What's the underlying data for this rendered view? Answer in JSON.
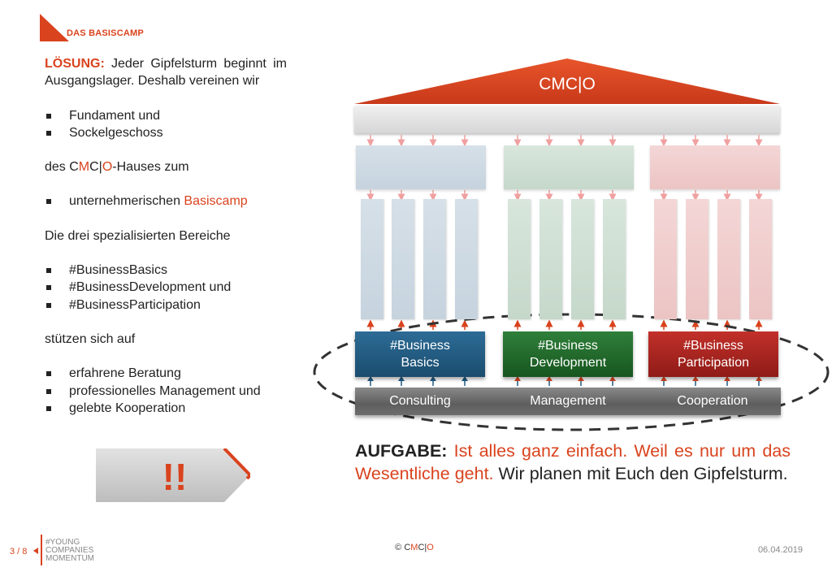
{
  "header": {
    "title": "DAS BASISCAMP"
  },
  "left": {
    "intro_label": "LÖSUNG:",
    "intro_text": " Jeder Gipfelsturm beginnt im Ausgangslager. Deshalb vereinen wir",
    "list1": [
      "Fundament und",
      "Sockelgeschoss"
    ],
    "line_des_1": "des C",
    "line_des_m": "M",
    "line_des_2": "C|",
    "line_des_o": "O",
    "line_des_3": "-Hauses zum",
    "list2_prefix": "unternehmerischen ",
    "list2_highlight": "Basiscamp",
    "line_three": "Die drei spezialisierten Bereiche",
    "list3": [
      "#BusinessBasics",
      "#BusinessDevelopment und",
      "#BusinessParticipation"
    ],
    "line_supports": "stützen sich auf",
    "list4": [
      "erfahrene Beratung",
      "professionelles Management und",
      "gelebte Kooperation"
    ]
  },
  "banner": {
    "text": "!!"
  },
  "house": {
    "roof_label": "CMC|O",
    "blocks": [
      "#Business Basics",
      "#Business Development",
      "#Business Participation"
    ],
    "base": [
      "Consulting",
      "Management",
      "Cooperation"
    ]
  },
  "task": {
    "label": "AUFGABE:",
    "red_text": " Ist alles ganz einfach. Weil es nur um das Wesentliche geht.",
    "black_text": " Wir planen mit Euch den Gipfelsturm."
  },
  "footer": {
    "page": "3 / 8",
    "logo_lines": [
      "#YOUNG",
      "COMPANIES",
      "MOMENTUM"
    ],
    "copyright_prefix": "© C",
    "copyright_m": "M",
    "copyright_c": "C|",
    "copyright_o": "O",
    "date": "06.04.2019"
  },
  "colors": {
    "accent": "#d9431e",
    "blue": "#1f5a82",
    "green": "#1f6a2a",
    "red": "#a8231e",
    "grey": "#6e6e6e"
  }
}
